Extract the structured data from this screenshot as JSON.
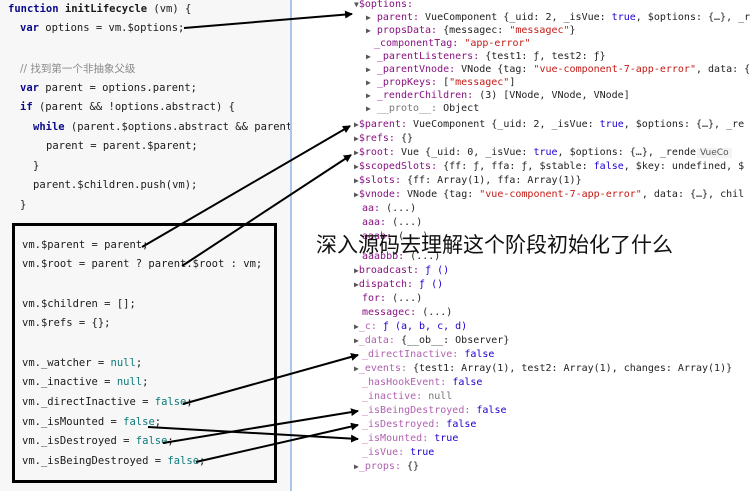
{
  "code": {
    "line1": {
      "kw": "function",
      "fn": "initLifecycle",
      "rest": " (vm) {"
    },
    "line2": {
      "kw": "var",
      "rest": " options = vm.$options;"
    },
    "comment": "// 找到第一个非抽象父级",
    "line4": {
      "kw": "var",
      "rest": " parent = options.parent;"
    },
    "line5": {
      "kw": "if",
      "rest": " (parent && !options.abstract) {"
    },
    "line6": {
      "kw": "while",
      "rest": " (parent.$options.abstract && parent."
    },
    "line7": "parent = parent.$parent;",
    "line8": "}",
    "line9": "parent.$children.push(vm);",
    "line10": "}",
    "box": {
      "b1": "vm.$parent = parent;",
      "b2": "vm.$root = parent ? parent.$root : vm;",
      "b3": "vm.$children = [];",
      "b4": "vm.$refs = {};",
      "b5a": "vm._watcher = ",
      "b5b": "null",
      "b5c": ";",
      "b6a": "vm._inactive = ",
      "b6b": "null",
      "b6c": ";",
      "b7a": "vm._directInactive = ",
      "b7b": "false",
      "b7c": ";",
      "b8a": "vm._isMounted = ",
      "b8b": "false",
      "b8c": ";",
      "b9a": "vm._isDestroyed = ",
      "b9b": "false",
      "b9c": ";",
      "b10a": "vm._isBeingDestroyed = ",
      "b10b": "false",
      "b10c": ";"
    }
  },
  "debug": {
    "options": "$options:",
    "parent_k": "parent:",
    "parent_v": " VueComponent {_uid: 2, _isVue: ",
    "parent_t": "true",
    "parent_r": ", $options: {…}, _r",
    "props_k": "propsData:",
    "props_v": " {messagec: ",
    "props_s": "\"messagec\"",
    "props_e": "}",
    "tag_k": "_componentTag:",
    "tag_s": " \"app-error\"",
    "listeners_k": "_parentListeners:",
    "listeners_v": " {test1: ƒ, test2: ƒ}",
    "vnode_k": "_parentVnode:",
    "vnode_v": " VNode {tag: ",
    "vnode_s": "\"vue-component-7-app-error\"",
    "vnode_r": ", data: {",
    "propkeys_k": "_propKeys:",
    "propkeys_v": " [",
    "propkeys_s": "\"messagec\"",
    "propkeys_e": "]",
    "render_k": "_renderChildren:",
    "render_v": " (3) [VNode, VNode, VNode]",
    "proto_k": "__proto__:",
    "proto_v": " Object",
    "p2_k": "$parent:",
    "p2_v": " VueComponent {_uid: 2, _isVue: ",
    "p2_t": "true",
    "p2_r": ", $options: {…}, _re",
    "refs_k": "$refs:",
    "refs_v": " {}",
    "root_k": "$root:",
    "root_v": " Vue {_uid: 0, _isVue: ",
    "root_t": "true",
    "root_r": ", $options: {…}, _renderProxy",
    "scoped_k": "$scopedSlots:",
    "scoped_v": " {ff: ƒ, ffa: ƒ, $stable: ",
    "scoped_f": "false",
    "scoped_r": ", $key: undefined, $",
    "slots_k": "$slots:",
    "slots_v": " {ff: Array(1), ffa: Array(1)}",
    "vn_k": "$vnode:",
    "vn_v": " VNode {tag: ",
    "vn_s": "\"vue-component-7-app-error\"",
    "vn_r": ", data: {…}, chil",
    "aa_k": "aa:",
    "aa_v": " (...)",
    "aaa_k": "aaa:",
    "aaa_v": " (...)",
    "aaab_k": "aaab:",
    "aaab_v": " (...)",
    "aaabbb_k": "aaabbb:",
    "aaabbb_v": " (...)",
    "broadcast_k": "broadcast:",
    "broadcast_v": " ƒ ()",
    "dispatch_k": "dispatch:",
    "dispatch_v": " ƒ ()",
    "for_k": "for:",
    "for_v": " (...)",
    "messagec_k": "messagec:",
    "messagec_v": " (...)",
    "c_k": "_c:",
    "c_v": " ƒ (a, b, c, d)",
    "data_k": "_data:",
    "data_v": " {__ob__: Observer}",
    "di_k": "_directInactive:",
    "di_v": " false",
    "events_k": "_events:",
    "events_v": " {test1: Array(1), test2: Array(1), changes: Array(1)}",
    "hhe_k": "_hasHookEvent:",
    "hhe_v": " false",
    "inactive_k": "_inactive:",
    "inactive_v": " null",
    "ibd_k": "_isBeingDestroyed:",
    "ibd_v": " false",
    "id_k": "_isDestroyed:",
    "id_v": " false",
    "im_k": "_isMounted:",
    "im_v": " true",
    "iv_k": "_isVue:",
    "iv_v": " true",
    "props2_k": "_props:",
    "props2_v": " {}",
    "badge": "VueCo"
  },
  "annotation": "深入源码去理解这个阶段初始化了什么",
  "colors": {
    "arrow": "#000000",
    "divider": "#a8c7ea",
    "key": "#881280",
    "string": "#c41a16",
    "bool": "#1c00cf"
  }
}
